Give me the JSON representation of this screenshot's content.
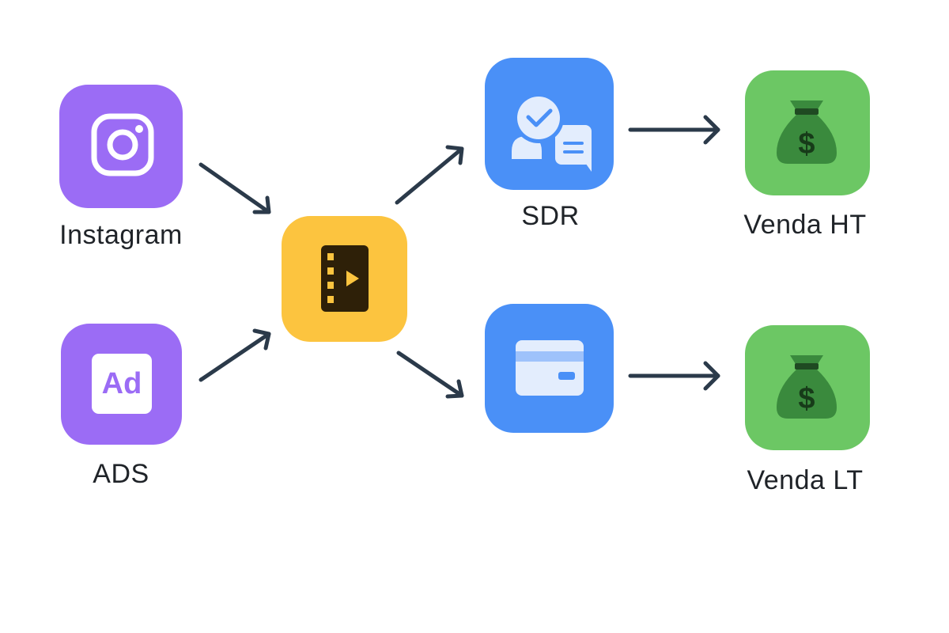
{
  "diagram": {
    "title": "",
    "nodes": [
      {
        "id": "instagram",
        "label": "Instagram",
        "icon": "instagram-icon",
        "color": "#9b6cf5"
      },
      {
        "id": "ads",
        "label": "ADS",
        "icon": "ad-icon",
        "icon_text": "Ad",
        "color": "#9b6cf5"
      },
      {
        "id": "video",
        "label": "",
        "icon": "video-film-icon",
        "color": "#fcc43f"
      },
      {
        "id": "sdr",
        "label": "SDR",
        "icon": "sdr-chat-check-icon",
        "color": "#4a90f7"
      },
      {
        "id": "payment",
        "label": "",
        "icon": "credit-card-icon",
        "color": "#4a90f7"
      },
      {
        "id": "venda_ht",
        "label": "Venda HT",
        "icon": "money-bag-icon",
        "color": "#6cc764"
      },
      {
        "id": "venda_lt",
        "label": "Venda LT",
        "icon": "money-bag-icon",
        "color": "#6cc764"
      }
    ],
    "edges": [
      {
        "from": "instagram",
        "to": "video"
      },
      {
        "from": "ads",
        "to": "video"
      },
      {
        "from": "video",
        "to": "sdr"
      },
      {
        "from": "video",
        "to": "payment"
      },
      {
        "from": "sdr",
        "to": "venda_ht"
      },
      {
        "from": "payment",
        "to": "venda_lt"
      }
    ],
    "arrow_color": "#2b3a4a",
    "text_color": "#1f2328"
  }
}
